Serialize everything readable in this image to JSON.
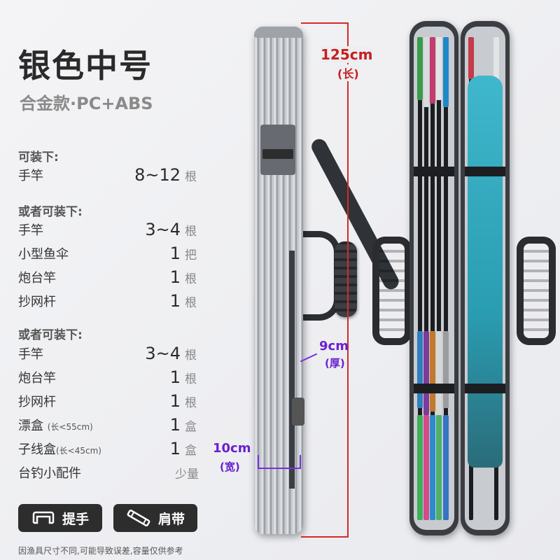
{
  "title": "银色中号",
  "subtitle": "合金款·PC+ABS",
  "sections": [
    {
      "heading": "可装下:",
      "items": [
        {
          "name": "手竿",
          "note": "",
          "qty": "8~12",
          "unit": "根"
        }
      ]
    },
    {
      "heading": "或者可装下:",
      "items": [
        {
          "name": "手竿",
          "note": "",
          "qty": "3~4",
          "unit": "根"
        },
        {
          "name": "小型鱼伞",
          "note": "",
          "qty": "1",
          "unit": "把"
        },
        {
          "name": "炮台竿",
          "note": "",
          "qty": "1",
          "unit": "根"
        },
        {
          "name": "抄网杆",
          "note": "",
          "qty": "1",
          "unit": "根"
        }
      ]
    },
    {
      "heading": "或者可装下:",
      "items": [
        {
          "name": "手竿",
          "note": "",
          "qty": "3~4",
          "unit": "根"
        },
        {
          "name": "炮台竿",
          "note": "",
          "qty": "1",
          "unit": "根"
        },
        {
          "name": "抄网杆",
          "note": "",
          "qty": "1",
          "unit": "根"
        },
        {
          "name": "漂盒",
          "note": "(长<55cm)",
          "qty": "1",
          "unit": "盒"
        },
        {
          "name": "子线盒",
          "note": "(长<45cm)",
          "qty": "1",
          "unit": "盒"
        },
        {
          "name": "台钓小配件",
          "note": "",
          "qty": "少量",
          "unit": ""
        }
      ]
    }
  ],
  "buttons": {
    "handle": {
      "label": "提手",
      "icon": "handle-icon"
    },
    "strap": {
      "label": "肩带",
      "icon": "strap-icon"
    }
  },
  "footnote": "因渔具尺寸不同,可能导致误差,容量仅供参考",
  "dimensions": {
    "length": {
      "value": "125cm",
      "label": "(长)"
    },
    "thickness": {
      "value": "9cm",
      "label": "(厚)"
    },
    "width": {
      "value": "10cm",
      "label": "(宽)"
    }
  },
  "colors": {
    "length": "#c81e1e",
    "thickness_width": "#6a1fcf",
    "button_bg": "#2d2d2d"
  }
}
